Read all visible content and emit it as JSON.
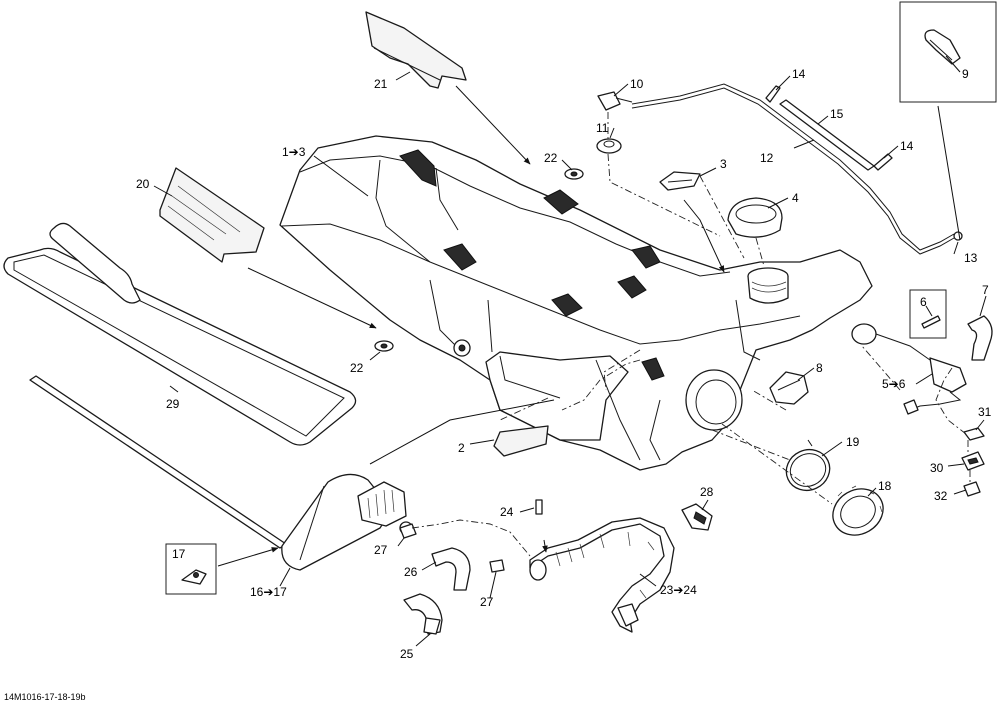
{
  "reference": "14M1016-17-18-19b",
  "callouts": {
    "c1": "1➔3",
    "c2": "2",
    "c3": "3",
    "c4": "4",
    "c5": "5➔6",
    "c6": "6",
    "c7": "7",
    "c8": "8",
    "c9": "9",
    "c10": "10",
    "c11": "11",
    "c12": "12",
    "c13": "13",
    "c14a": "14",
    "c14b": "14",
    "c15": "15",
    "c16": "16➔17",
    "c17": "17",
    "c18": "18",
    "c19": "19",
    "c20": "20",
    "c21": "21",
    "c22a": "22",
    "c22b": "22",
    "c23": "23➔24",
    "c24": "24",
    "c25": "25",
    "c26": "26",
    "c27a": "27",
    "c27b": "27",
    "c28": "28",
    "c29": "29",
    "c30": "30",
    "c31": "31",
    "c32": "32"
  }
}
